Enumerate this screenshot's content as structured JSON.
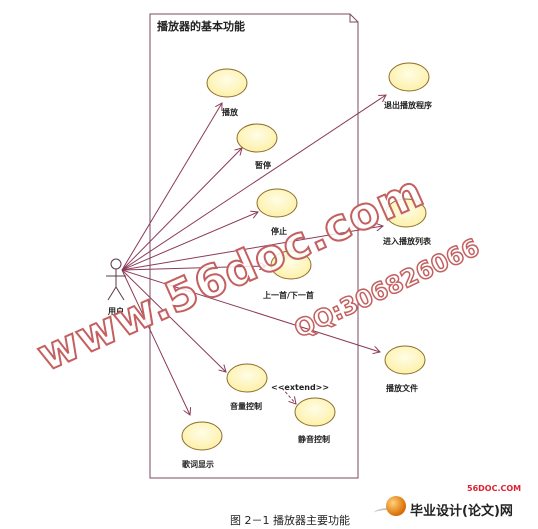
{
  "system": {
    "title": "播放器的基本功能"
  },
  "actor": {
    "label": "用户"
  },
  "use_cases": {
    "play": "播放",
    "pause": "暂停",
    "stop": "停止",
    "prev_next": "上一首/下一首",
    "volume": "音量控制",
    "mute": "静音控制",
    "lyrics": "歌词显示",
    "exit": "退出播放程序",
    "playlist": "进入播放列表",
    "play_file": "播放文件"
  },
  "extend_label": "<<extend>>",
  "caption": "图 2－1 播放器主要功能",
  "watermark": {
    "site": "www.56doc.com",
    "qq": "QQ:306826066"
  },
  "logo": {
    "site": "56DOC.COM",
    "name": "毕业设计(论文)网"
  },
  "colors": {
    "line": "#8b3a5a",
    "ellipse_fill": "#fffbd0",
    "ellipse_stroke": "#8b6d2a",
    "watermark": "#c46060"
  }
}
